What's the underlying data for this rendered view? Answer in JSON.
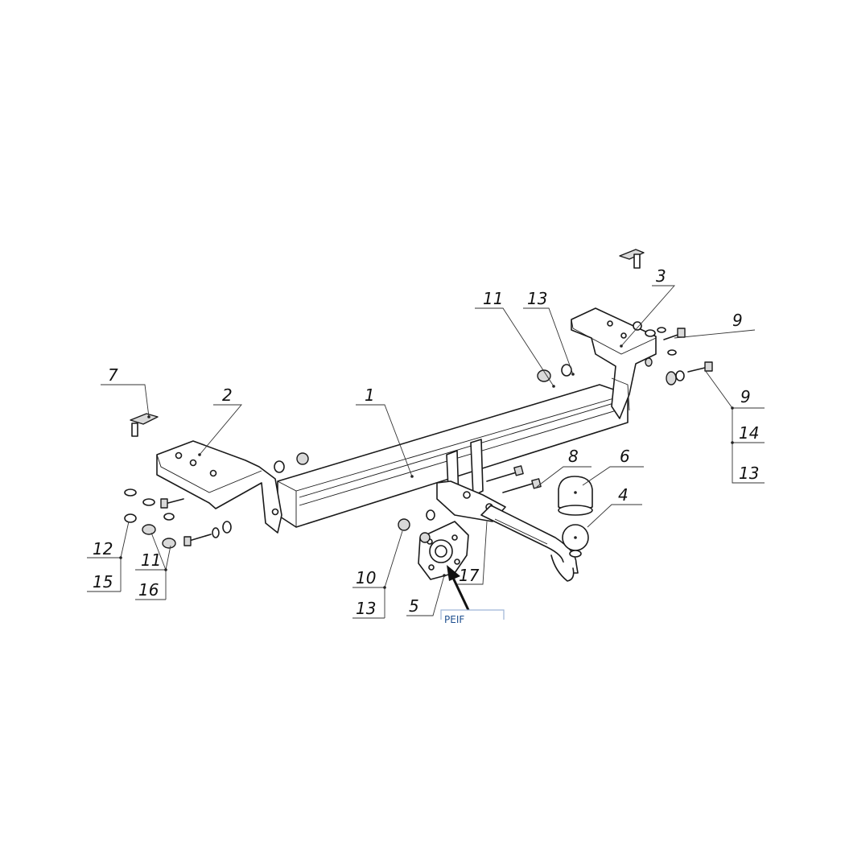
{
  "diagram": {
    "callouts": {
      "c1": "1",
      "c2": "2",
      "c3": "3",
      "c4": "4",
      "c5": "5",
      "c6": "6",
      "c7": "7",
      "c8": "8",
      "c9a": "9",
      "c9b": "9",
      "c10": "10",
      "c11a": "11",
      "c11b": "11",
      "c12": "12",
      "c13a": "13",
      "c13b": "13",
      "c13c": "13",
      "c14": "14",
      "c15": "15",
      "c16": "16",
      "c17": "17"
    },
    "socket_tag_label": "PEIF",
    "colors": {
      "line": "#1a1a1a",
      "tag_border": "#9db4d6",
      "tag_text": "#1f4f8f"
    }
  }
}
